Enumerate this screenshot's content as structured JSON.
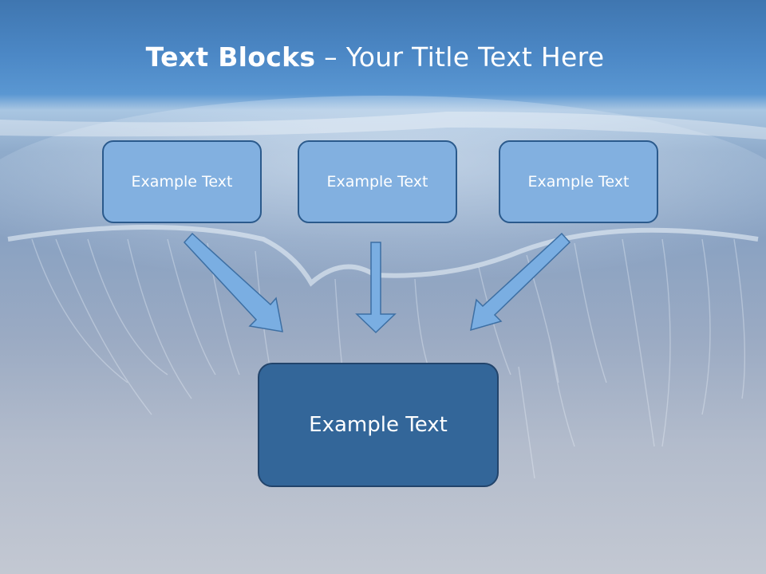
{
  "slide": {
    "title_bold": "Text Blocks",
    "title_dash": "–",
    "title_rest": "Your Title Text Here"
  },
  "diagram": {
    "top_boxes": [
      {
        "label": "Example Text"
      },
      {
        "label": "Example Text"
      },
      {
        "label": "Example Text"
      }
    ],
    "bottom_box": {
      "label": "Example Text"
    },
    "arrow_color": "#7aaee2",
    "box_color": "#82b0e0",
    "bottom_box_color": "#336699"
  }
}
